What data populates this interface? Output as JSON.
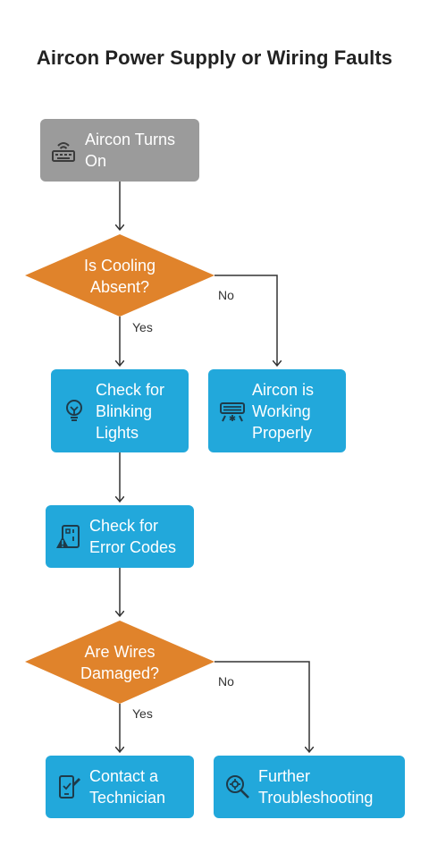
{
  "title": "Aircon Power Supply or Wiring Faults",
  "colors": {
    "start": "#9b9b9b",
    "process": "#22a8db",
    "decision": "#e0832b",
    "connector": "#333333"
  },
  "nodes": {
    "start": {
      "label": "Aircon Turns On",
      "icon": "keyboard-wifi-icon"
    },
    "decision1": {
      "label": "Is Cooling Absent?"
    },
    "blinking": {
      "label": "Check for Blinking Lights",
      "icon": "lightbulb-icon"
    },
    "working": {
      "label": "Aircon is Working Properly",
      "icon": "air-conditioner-icon"
    },
    "error_codes": {
      "label": "Check for Error Codes",
      "icon": "warning-panel-icon"
    },
    "decision2": {
      "label": "Are Wires Damaged?"
    },
    "technician": {
      "label": "Contact a Technician",
      "icon": "phone-edit-icon"
    },
    "troubleshoot": {
      "label": "Further Troubleshooting",
      "icon": "magnifier-gear-icon"
    }
  },
  "edges": {
    "d1_yes": "Yes",
    "d1_no": "No",
    "d2_yes": "Yes",
    "d2_no": "No"
  }
}
